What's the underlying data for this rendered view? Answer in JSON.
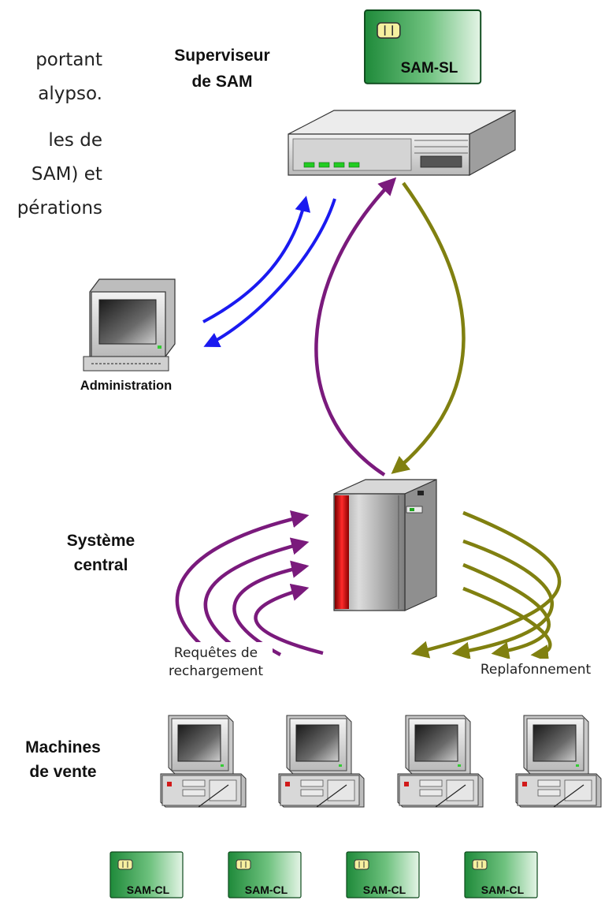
{
  "side_text": [
    "portant",
    "alypso.",
    "les de",
    "SAM) et",
    "pérations"
  ],
  "labels": {
    "supervisor": [
      "Superviseur",
      "de SAM"
    ],
    "administration": "Administration",
    "central": [
      "Système",
      "central"
    ],
    "machines": [
      "Machines",
      "de vente"
    ],
    "requests": [
      "Requêtes de",
      "rechargement"
    ],
    "replafonnement": "Replafonnement"
  },
  "cards": {
    "sl": "SAM-SL",
    "cl": [
      "SAM-CL",
      "SAM-CL",
      "SAM-CL",
      "SAM-CL"
    ]
  },
  "colors": {
    "blue_arrow": "#1a1af0",
    "purple_arrow": "#7a1a7c",
    "olive_arrow": "#808010",
    "card_green": "#1f8a3a",
    "server_red": "#d11a1a"
  },
  "icons": [
    "sam-card-icon",
    "network-device-icon",
    "computer-icon",
    "mainframe-icon"
  ]
}
